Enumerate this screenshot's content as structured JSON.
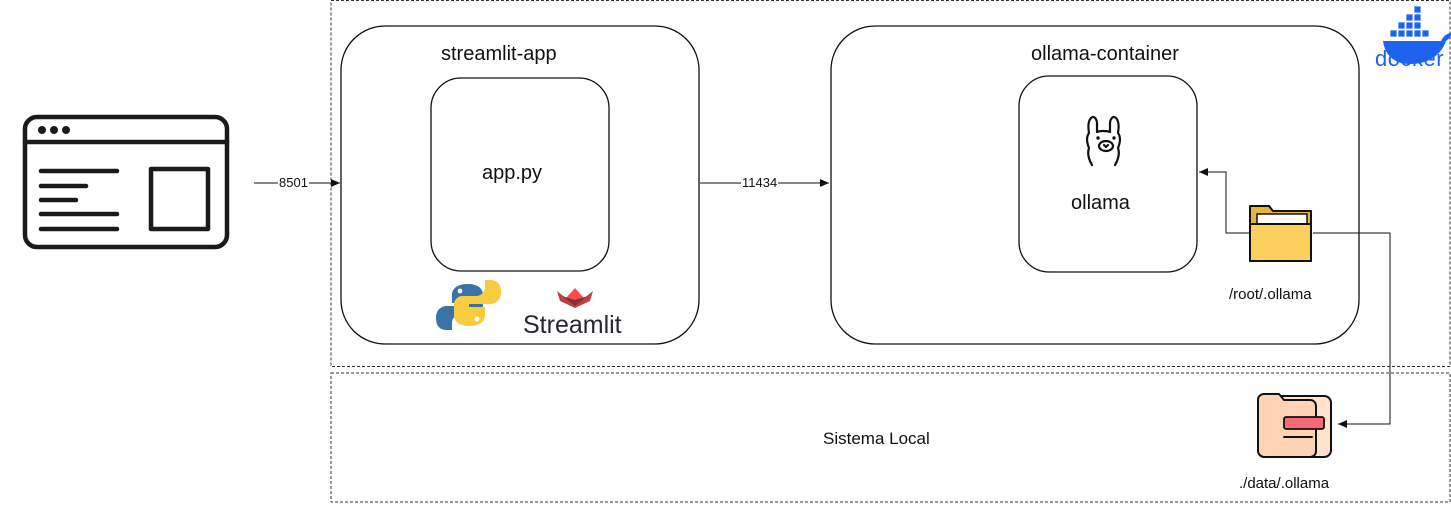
{
  "docker": {
    "brand_label": "docker",
    "brand_color": "#1d63ed"
  },
  "browser": {
    "icon": "browser-window-icon"
  },
  "ports": {
    "browser_to_app": "8501",
    "app_to_ollama": "11434"
  },
  "streamlit_app": {
    "title": "streamlit-app",
    "file_label": "app.py",
    "python_icon": "python-logo-icon",
    "streamlit_icon": "streamlit-crown-icon",
    "streamlit_label": "Streamlit",
    "streamlit_color": "#ff4b4b"
  },
  "ollama_container": {
    "title": "ollama-container",
    "service_label": "ollama",
    "service_icon": "llama-icon",
    "volume_icon": "folder-icon",
    "volume_path": "/root/.ollama",
    "folder_color": "#fcd05c"
  },
  "local_system": {
    "label": "Sistema Local",
    "folder_icon": "local-folder-icon",
    "folder_path": "./data/.ollama",
    "folder_color": "#ffd3b6"
  }
}
